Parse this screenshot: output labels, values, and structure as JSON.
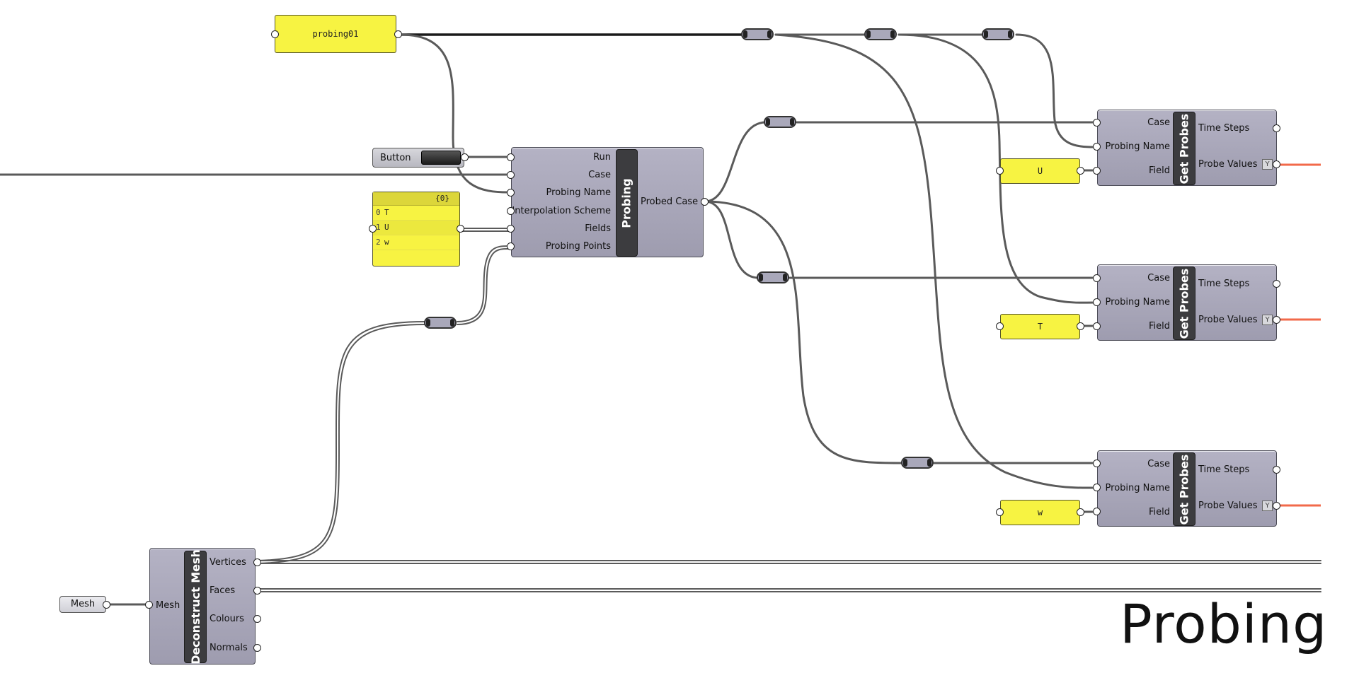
{
  "canvas_title": "Probing",
  "panels": {
    "probing_name": "probing01",
    "field_u": "U",
    "field_t": "T",
    "field_w": "w"
  },
  "button": {
    "label": "Button"
  },
  "fields_list": {
    "header": "{0}",
    "rows": [
      {
        "index": "0",
        "value": "T"
      },
      {
        "index": "1",
        "value": "U"
      },
      {
        "index": "2",
        "value": "w"
      }
    ]
  },
  "probing_component": {
    "name": "Probing",
    "inputs": [
      "Run",
      "Case",
      "Probing Name",
      "Interpolation Scheme",
      "Fields",
      "Probing Points"
    ],
    "output": "Probed Case"
  },
  "get_probes": [
    {
      "name": "Get Probes",
      "inputs": [
        "Case",
        "Probing Name",
        "Field"
      ],
      "outputs": [
        "Time Steps",
        "Probe Values"
      ]
    },
    {
      "name": "Get Probes",
      "inputs": [
        "Case",
        "Probing Name",
        "Field"
      ],
      "outputs": [
        "Time Steps",
        "Probe Values"
      ]
    },
    {
      "name": "Get Probes",
      "inputs": [
        "Case",
        "Probing Name",
        "Field"
      ],
      "outputs": [
        "Time Steps",
        "Probe Values"
      ]
    }
  ],
  "flag_icon": "graft-flag-icon",
  "deconstruct_mesh": {
    "name": "Deconstruct Mesh",
    "input": "Mesh",
    "outputs": [
      "Vertices",
      "Faces",
      "Colours",
      "Normals"
    ]
  },
  "mesh_param": {
    "label": "Mesh"
  },
  "colors": {
    "canvas": "#ffffff",
    "component": "#a7a5b8",
    "panel": "#f7f342",
    "wire": "#5a5a5a",
    "output_wire": "#f26a4a"
  }
}
